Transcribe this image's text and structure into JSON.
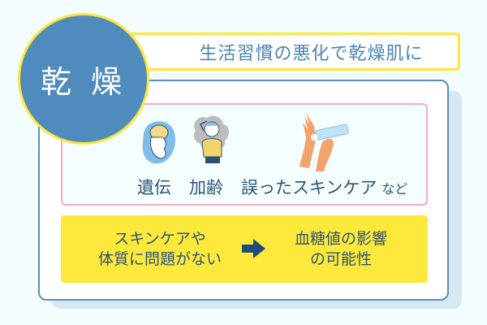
{
  "badge": {
    "label": "乾 燥"
  },
  "title": {
    "text": "生活習慣の悪化で乾燥肌に"
  },
  "factors": {
    "items": [
      {
        "label": "遺伝",
        "icon": "fetus-icon"
      },
      {
        "label": "加齢",
        "icon": "aging-person-icon"
      },
      {
        "label": "誤ったスキンケア",
        "icon": "hands-cream-icon"
      }
    ],
    "suffix": "など"
  },
  "flow": {
    "left_line1": "スキンケアや",
    "left_line2": "体質に問題がない",
    "arrow": "right-arrow-icon",
    "right_line1": "血糖値の影響",
    "right_line2": "の可能性"
  },
  "colors": {
    "background": "#f3fdfd",
    "badge_fill": "#4f8bbd",
    "accent_yellow": "#fde63a",
    "card_border": "#5a8fbd",
    "pink_border": "#f6a9c6",
    "text_dark": "#2f5377",
    "title_text": "#4c84b6"
  }
}
